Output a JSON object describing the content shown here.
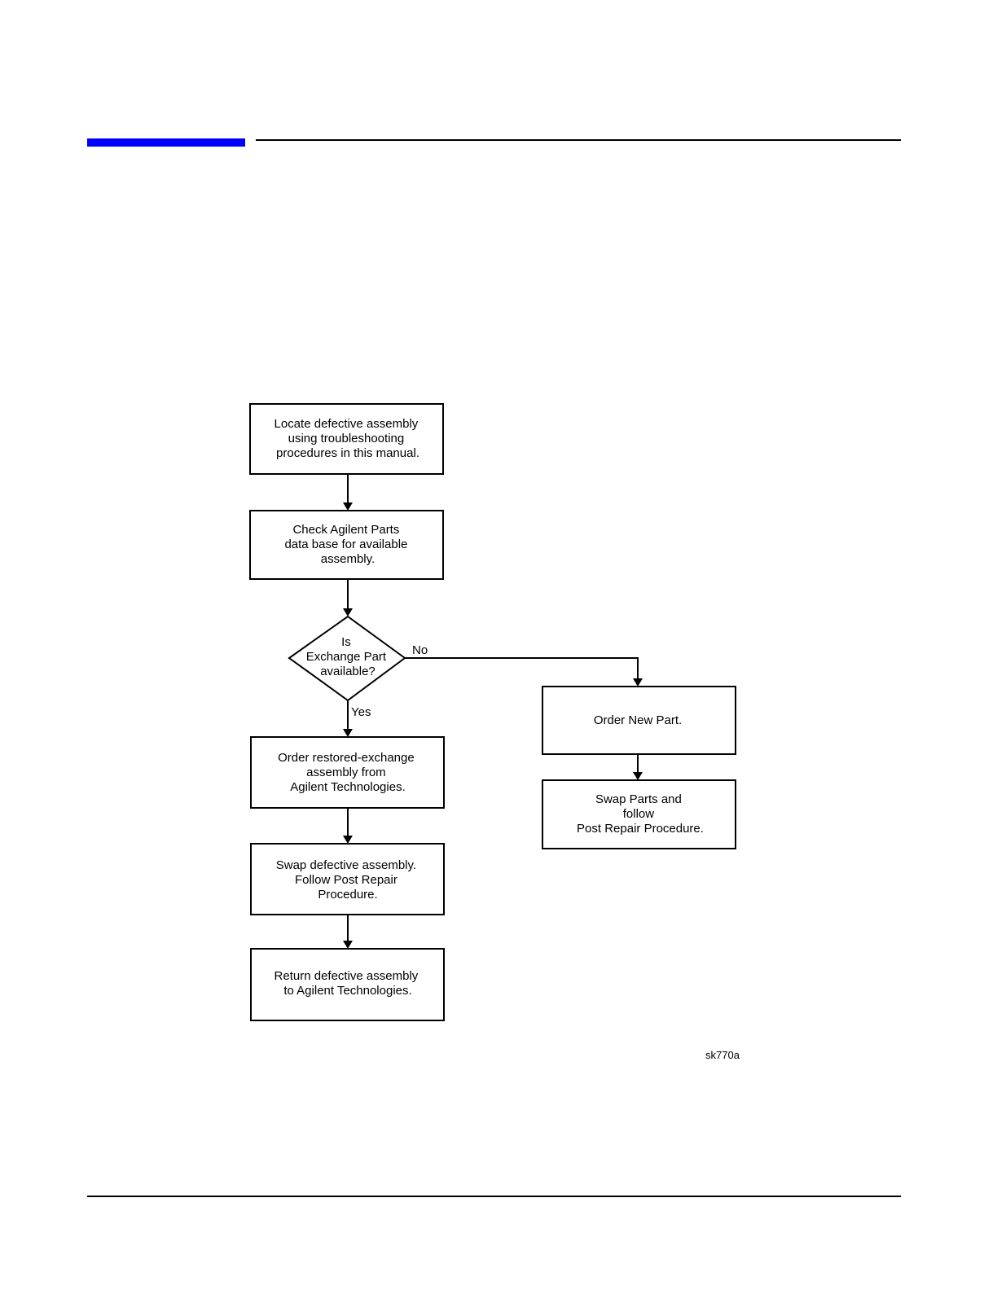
{
  "flowchart": {
    "nodes": {
      "locate": [
        "Locate defective assembly",
        "using troubleshooting",
        "procedures in this manual."
      ],
      "check": [
        "Check Agilent Parts",
        "data base for available",
        "assembly."
      ],
      "decision": [
        "Is",
        "Exchange Part",
        "available?"
      ],
      "order_exchange": [
        "Order restored-exchange",
        "assembly from",
        "Agilent Technologies."
      ],
      "swap_defective": [
        "Swap defective assembly.",
        "Follow Post Repair",
        "Procedure."
      ],
      "return": [
        "Return defective assembly",
        "to Agilent Technologies."
      ],
      "order_new": [
        "Order New Part."
      ],
      "swap_parts": [
        "Swap Parts and",
        "follow",
        "Post Repair Procedure."
      ]
    },
    "branch_labels": {
      "no": "No",
      "yes": "Yes"
    },
    "figure_id": "sk770a"
  }
}
